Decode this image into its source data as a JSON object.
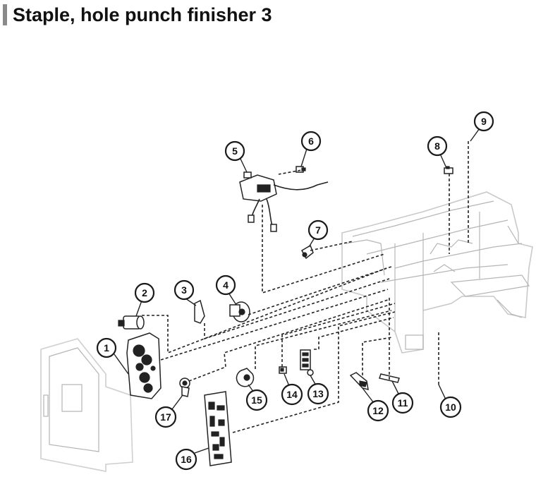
{
  "title": "Staple, hole punch finisher 3",
  "callouts": [
    {
      "label": "1",
      "part": "gear-drive-assembly"
    },
    {
      "label": "2",
      "part": "motor"
    },
    {
      "label": "3",
      "part": "bracket"
    },
    {
      "label": "4",
      "part": "motor"
    },
    {
      "label": "5",
      "part": "sensor-harness-assembly"
    },
    {
      "label": "6",
      "part": "sensor"
    },
    {
      "label": "7",
      "part": "sensor"
    },
    {
      "label": "8",
      "part": "sensor"
    },
    {
      "label": "9",
      "part": "frame-part"
    },
    {
      "label": "10",
      "part": "frame-part"
    },
    {
      "label": "11",
      "part": "link"
    },
    {
      "label": "12",
      "part": "lever"
    },
    {
      "label": "13",
      "part": "solenoid"
    },
    {
      "label": "14",
      "part": "sensor"
    },
    {
      "label": "15",
      "part": "motor"
    },
    {
      "label": "16",
      "part": "control-board"
    },
    {
      "label": "17",
      "part": "actuator"
    }
  ]
}
